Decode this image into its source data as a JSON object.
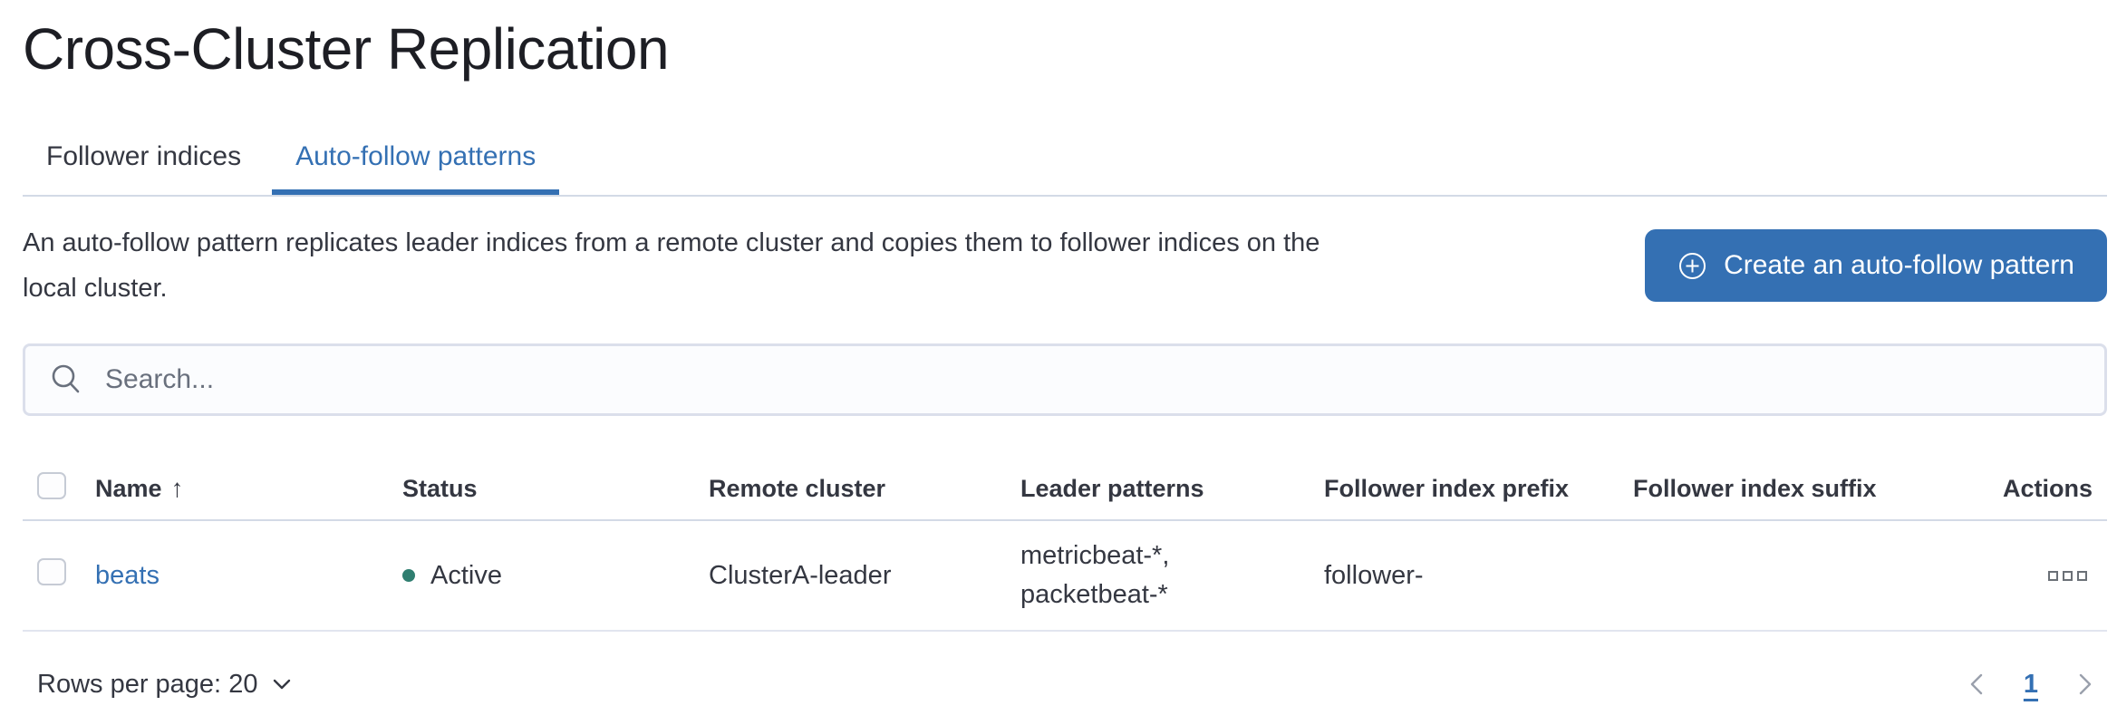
{
  "page": {
    "title": "Cross-Cluster Replication"
  },
  "tabs": [
    {
      "label": "Follower indices",
      "active": false
    },
    {
      "label": "Auto-follow patterns",
      "active": true
    }
  ],
  "intro": {
    "description": "An auto-follow pattern replicates leader indices from a remote cluster and copies them to follower indices on the local cluster.",
    "description_lines": [
      "An auto-follow pattern replicates leader indices from a remote cluster and copies them to follower indices on the",
      "local cluster."
    ],
    "create_button_label": "Create an auto-follow pattern",
    "create_button_icon": "plus-in-circle-icon"
  },
  "search": {
    "placeholder": "Search...",
    "icon": "search-icon"
  },
  "table": {
    "headers": {
      "name": "Name",
      "status": "Status",
      "remote_cluster": "Remote cluster",
      "leader_patterns": "Leader patterns",
      "follower_index_prefix": "Follower index prefix",
      "follower_index_suffix": "Follower index suffix",
      "actions": "Actions"
    },
    "sort": {
      "column": "Name",
      "direction": "ascending",
      "icon_glyph": "↑"
    },
    "rows": [
      {
        "name": "beats",
        "status": "Active",
        "remote_cluster": "ClusterA-leader",
        "leader_patterns": "metricbeat-*, packetbeat-*",
        "leader_patterns_lines": [
          "metricbeat-*,",
          "packetbeat-*"
        ],
        "follower_index_prefix": "follower-",
        "follower_index_suffix": "",
        "actions_icon": "boxes-horizontal-icon"
      }
    ]
  },
  "pagination": {
    "rows_per_page_label": "Rows per page:",
    "rows_per_page_value": "20",
    "current_page": "1"
  },
  "colors": {
    "accent_blue": "#3470b3",
    "status_active_green": "#2f7e70",
    "text": "#343741",
    "title_text": "#1d1e24",
    "muted_gray": "#69707d",
    "divider": "#d3dae6"
  }
}
